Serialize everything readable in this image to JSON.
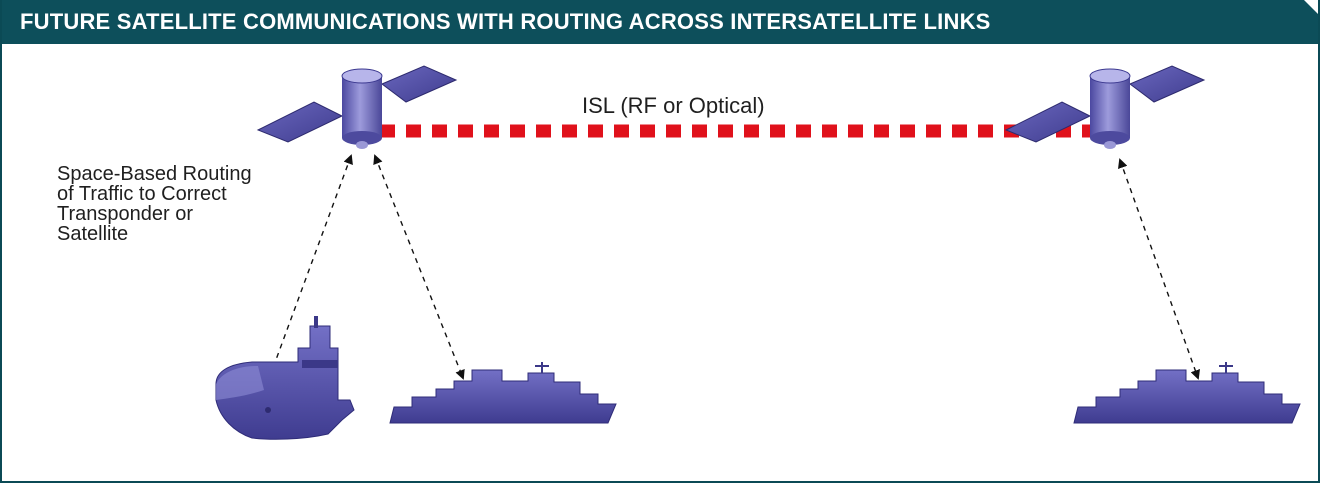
{
  "header": {
    "title": "FUTURE SATELLITE COMMUNICATIONS WITH ROUTING ACROSS INTERSATELLITE LINKS"
  },
  "labels": {
    "isl": "ISL (RF or Optical)",
    "routing_lines": [
      "Space-Based Routing",
      "of Traffic to Correct",
      "Transponder or",
      "Satellite"
    ]
  },
  "colors": {
    "header_bg": "#0d4f5b",
    "isl_link": "#e0111b",
    "satellite_body": "#7a78c4",
    "ship": "#5e5ab0"
  },
  "icons": {
    "satellite": "satellite-icon",
    "ship": "ship-icon",
    "link": "dashed-arrow"
  }
}
